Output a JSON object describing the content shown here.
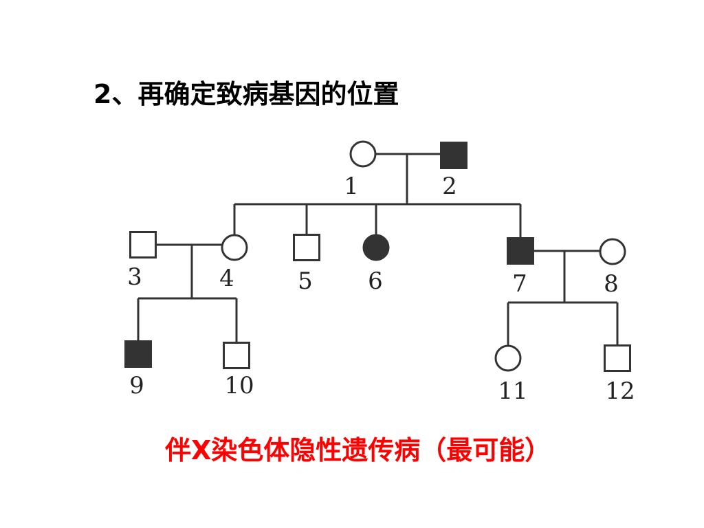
{
  "heading": "2、再确定致病基因的位置",
  "conclusion": "伴X染色体隐性遗传病（最可能）",
  "colors": {
    "heading": "#000000",
    "conclusion": "#ff0000",
    "affected": "#333333",
    "line": "#333333"
  },
  "pedigree": {
    "individuals": [
      {
        "id": "1",
        "label": "1",
        "sex": "female",
        "affected": false
      },
      {
        "id": "2",
        "label": "2",
        "sex": "male",
        "affected": true
      },
      {
        "id": "3",
        "label": "3",
        "sex": "male",
        "affected": false
      },
      {
        "id": "4",
        "label": "4",
        "sex": "female",
        "affected": false
      },
      {
        "id": "5",
        "label": "5",
        "sex": "male",
        "affected": false
      },
      {
        "id": "6",
        "label": "6",
        "sex": "female",
        "affected": true
      },
      {
        "id": "7",
        "label": "7",
        "sex": "male",
        "affected": true
      },
      {
        "id": "8",
        "label": "8",
        "sex": "female",
        "affected": false
      },
      {
        "id": "9",
        "label": "9",
        "sex": "male",
        "affected": true
      },
      {
        "id": "10",
        "label": "10",
        "sex": "male",
        "affected": false
      },
      {
        "id": "11",
        "label": "11",
        "sex": "female",
        "affected": false
      },
      {
        "id": "12",
        "label": "12",
        "sex": "male",
        "affected": false
      }
    ],
    "couples": [
      {
        "partners": [
          "1",
          "2"
        ],
        "children": [
          "4",
          "5",
          "6",
          "7"
        ]
      },
      {
        "partners": [
          "3",
          "4"
        ],
        "children": [
          "9",
          "10"
        ]
      },
      {
        "partners": [
          "7",
          "8"
        ],
        "children": [
          "11",
          "12"
        ]
      }
    ]
  }
}
